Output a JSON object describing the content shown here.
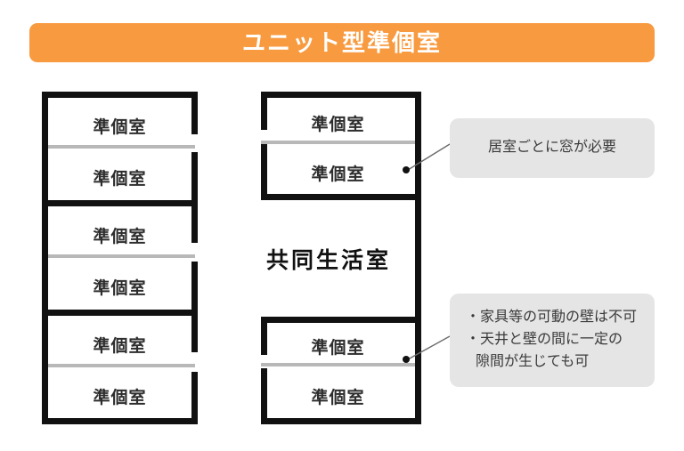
{
  "header": {
    "title": "ユニット型準個室",
    "accent_color": "#f89a3f",
    "title_color": "#ffffff"
  },
  "diagram": {
    "wall_color": "#111111",
    "divider_color": "#b8b8b8",
    "left_block": {
      "name": "left-unit-block",
      "units": [
        {
          "rooms": [
            "準個室",
            "準個室"
          ]
        },
        {
          "rooms": [
            "準個室",
            "準個室"
          ]
        },
        {
          "rooms": [
            "準個室",
            "準個室"
          ]
        }
      ]
    },
    "right_block": {
      "name": "right-unit-block",
      "top_unit": {
        "rooms": [
          "準個室",
          "準個室"
        ]
      },
      "common_room_label": "共同生活室",
      "bottom_unit": {
        "rooms": [
          "準個室",
          "準個室"
        ]
      }
    }
  },
  "callouts": [
    {
      "id": "window-requirement",
      "bg_color": "#e5e5e5",
      "lines": [
        "居室ごとに窓が必要"
      ]
    },
    {
      "id": "wall-requirement",
      "bg_color": "#e5e5e5",
      "lines": [
        "・家具等の可動の壁は不可",
        "・天井と壁の間に一定の",
        "隙間が生じても可"
      ]
    }
  ]
}
